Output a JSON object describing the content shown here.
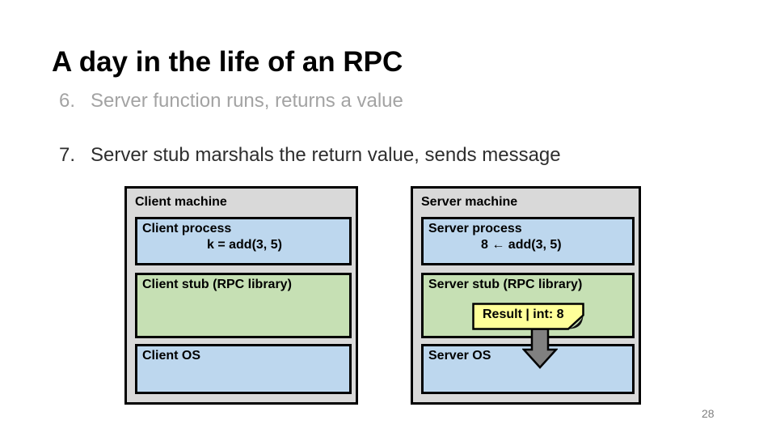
{
  "slide": {
    "title": "A day in the life of an RPC",
    "bullets": [
      {
        "number": "6.",
        "text": "Server function runs, returns a value",
        "state": "past"
      },
      {
        "number": "7.",
        "text": "Server stub marshals the return value, sends message",
        "state": "current"
      }
    ],
    "page_number": "28"
  },
  "diagram": {
    "client": {
      "machine_label": "Client machine",
      "process_label": "Client process",
      "process_code": "k = add(3, 5)",
      "stub_label": "Client stub (RPC library)",
      "os_label": "Client OS"
    },
    "server": {
      "machine_label": "Server machine",
      "process_label": "Server process",
      "process_code": "8 ← add(3, 5)",
      "stub_label": "Server stub (RPC library)",
      "os_label": "Server OS",
      "note_label": "Result | int: 8"
    },
    "icons": {
      "down_arrow": "down-arrow-icon",
      "folded_note": "folded-note-icon"
    },
    "colors": {
      "machine_bg": "#D9D9D9",
      "process_bg": "#BDD7EE",
      "stub_bg": "#C6E0B4",
      "note_bg": "#FFFF99",
      "arrow_fill": "#808080",
      "border": "#000000",
      "past_text": "#A3A3A3",
      "current_text": "#2E2E2E",
      "page_number_text": "#808080"
    }
  }
}
